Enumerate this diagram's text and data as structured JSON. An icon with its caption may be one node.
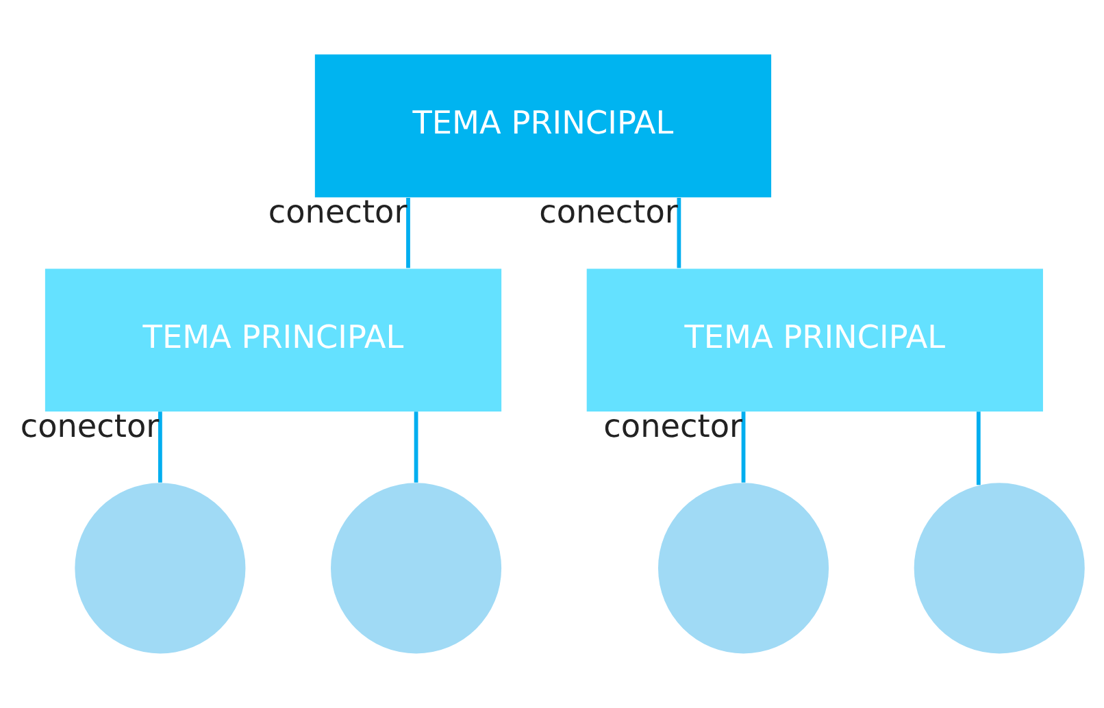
{
  "diagram": {
    "nodes": [
      {
        "text": [
          "TEMA PRINCIPAL"
        ]
      },
      {
        "text": [
          "TEMA PRINCIPAL"
        ]
      },
      {
        "text": [
          "TEMA PRINCIPAL"
        ]
      },
      {
        "text": [],
        "shape": "circle"
      },
      {
        "text": [],
        "shape": "circle"
      },
      {
        "text": [],
        "shape": "circle"
      },
      {
        "text": [],
        "shape": "circle"
      }
    ],
    "edges": [
      {
        "from": 0,
        "to": 1,
        "arrow": "none",
        "label": "conector"
      },
      {
        "from": 0,
        "to": 2,
        "arrow": "none",
        "label": "conector"
      },
      {
        "from": 1,
        "to": 3,
        "arrow": "none",
        "label": "conector"
      },
      {
        "from": 1,
        "to": 4,
        "arrow": "none"
      },
      {
        "from": 2,
        "to": 5,
        "arrow": "none",
        "label": "conector"
      },
      {
        "from": 2,
        "to": 6,
        "arrow": "none"
      }
    ]
  }
}
